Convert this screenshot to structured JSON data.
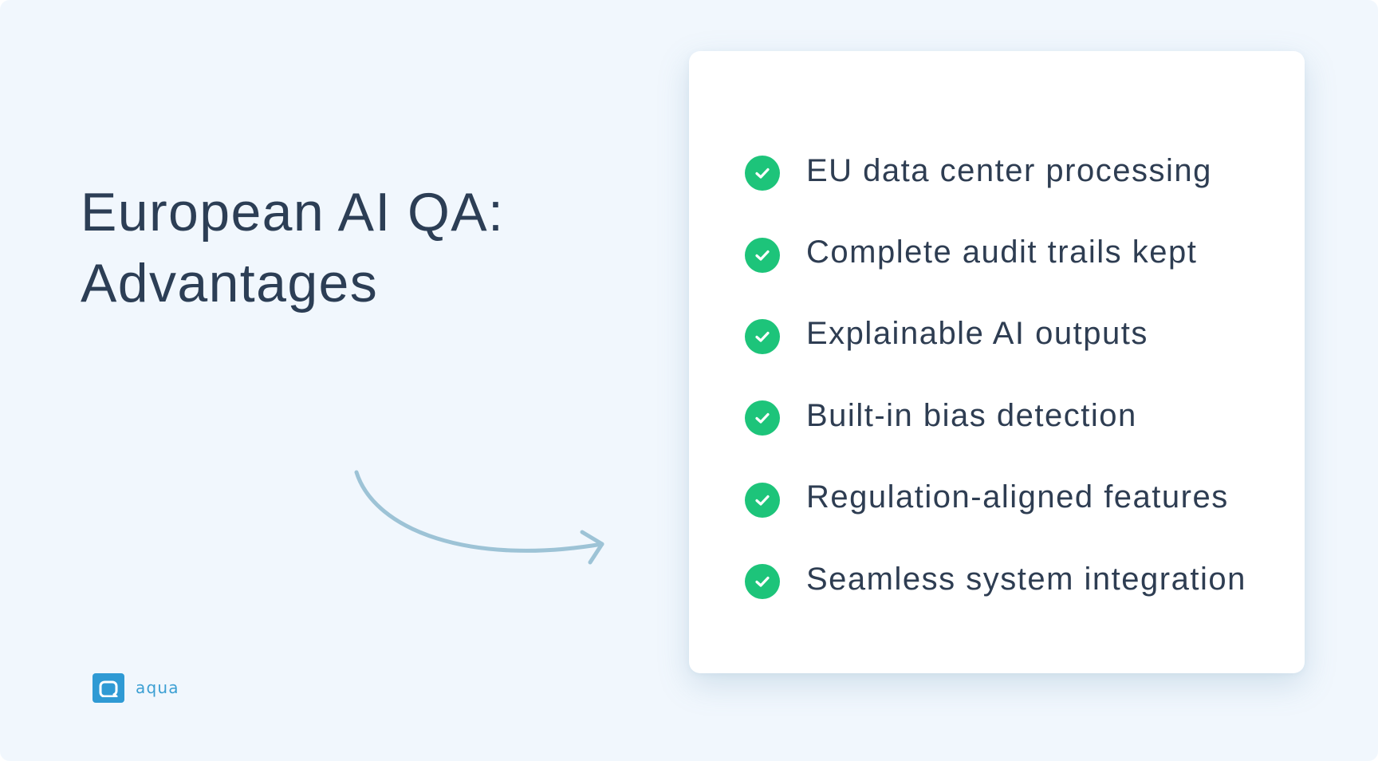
{
  "title": {
    "line1": "European AI QA:",
    "line2": "Advantages"
  },
  "advantages": {
    "items": [
      {
        "label": "EU data center processing",
        "icon": "check-circle-icon"
      },
      {
        "label": "Complete audit trails kept",
        "icon": "check-circle-icon"
      },
      {
        "label": "Explainable AI outputs",
        "icon": "check-circle-icon"
      },
      {
        "label": "Built-in bias detection",
        "icon": "check-circle-icon"
      },
      {
        "label": "Regulation-aligned features",
        "icon": "check-circle-icon"
      },
      {
        "label": "Seamless system integration",
        "icon": "check-circle-icon"
      }
    ]
  },
  "logo": {
    "text": "aqua",
    "icon": "aqua-logo-icon"
  },
  "colors": {
    "background": "#F1F7FD",
    "card": "#FFFFFF",
    "title_text": "#2C3E55",
    "item_text": "#2E3D52",
    "check_green": "#1DC47A",
    "arrow": "#9DC3D6",
    "brand_blue": "#2F9AD4"
  }
}
